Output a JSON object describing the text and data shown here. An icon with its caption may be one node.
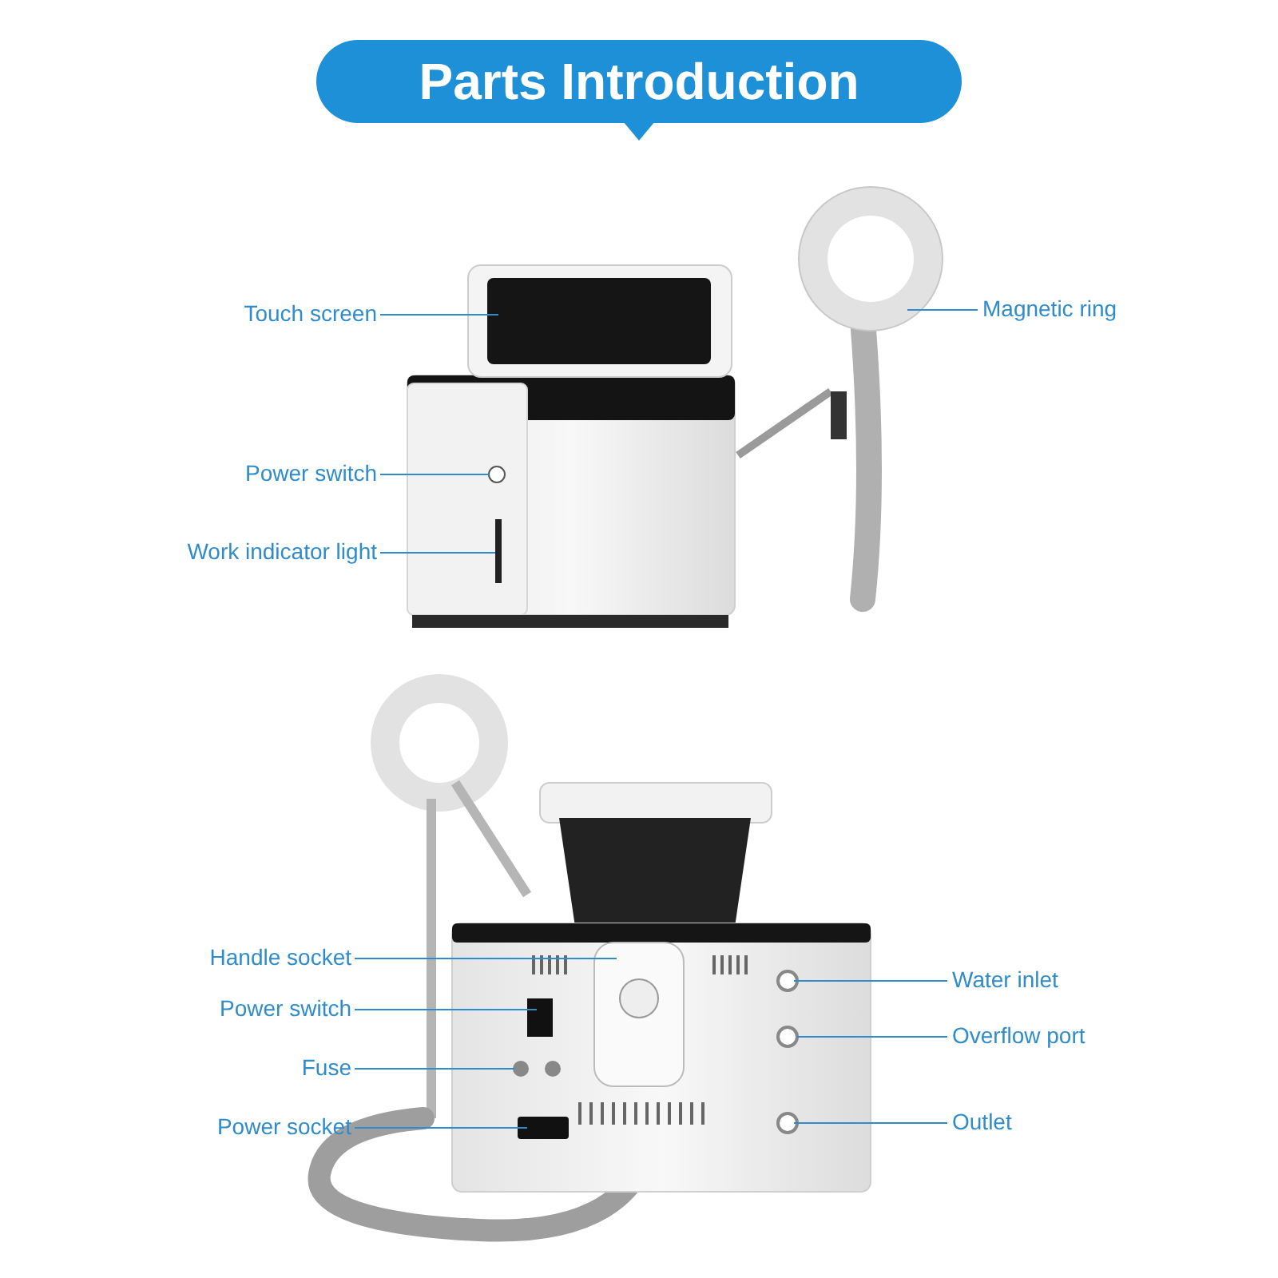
{
  "diagram": {
    "title": "Parts Introduction",
    "nodes": [
      {
        "text": [
          "Touch screen"
        ]
      },
      {
        "text": [
          "Power switch"
        ]
      },
      {
        "text": [
          "Work indicator light"
        ]
      },
      {
        "text": [
          "Magnetic ring"
        ]
      },
      {
        "text": [
          "Handle socket"
        ]
      },
      {
        "text": [
          "Power switch"
        ]
      },
      {
        "text": [
          "Fuse"
        ]
      },
      {
        "text": [
          "Power socket"
        ]
      },
      {
        "text": [
          "Water inlet"
        ]
      },
      {
        "text": [
          "Overflow port"
        ]
      },
      {
        "text": [
          "Outlet"
        ]
      }
    ],
    "edges": [
      {
        "from": 0,
        "to": null,
        "arrow": "none"
      },
      {
        "from": 1,
        "to": null,
        "arrow": "none"
      },
      {
        "from": 2,
        "to": null,
        "arrow": "none"
      },
      {
        "from": 3,
        "to": null,
        "arrow": "none"
      },
      {
        "from": 4,
        "to": null,
        "arrow": "none"
      },
      {
        "from": 5,
        "to": null,
        "arrow": "none"
      },
      {
        "from": 6,
        "to": null,
        "arrow": "none"
      },
      {
        "from": 7,
        "to": null,
        "arrow": "none"
      },
      {
        "from": 8,
        "to": null,
        "arrow": "none"
      },
      {
        "from": 9,
        "to": null,
        "arrow": "none"
      },
      {
        "from": 10,
        "to": null,
        "arrow": "none"
      }
    ]
  }
}
